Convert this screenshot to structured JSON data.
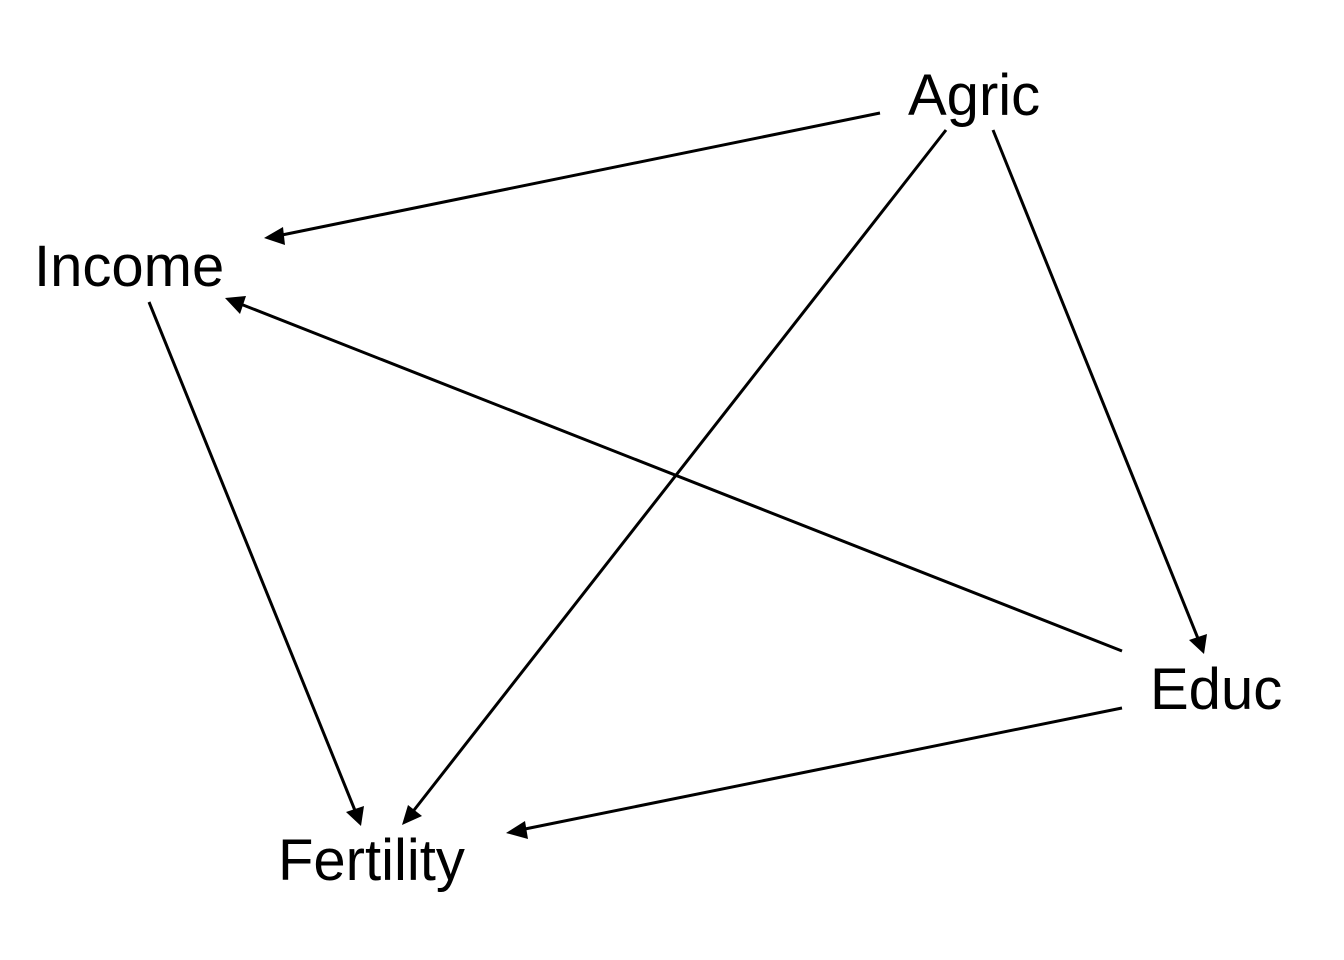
{
  "nodes": [
    {
      "id": "agric",
      "label": "Agric"
    },
    {
      "id": "income",
      "label": "Income"
    },
    {
      "id": "educ",
      "label": "Educ"
    },
    {
      "id": "fertility",
      "label": "Fertility"
    }
  ],
  "edges": [
    {
      "from": "agric",
      "to": "income"
    },
    {
      "from": "agric",
      "to": "fertility"
    },
    {
      "from": "agric",
      "to": "educ"
    },
    {
      "from": "educ",
      "to": "income"
    },
    {
      "from": "income",
      "to": "fertility"
    },
    {
      "from": "educ",
      "to": "fertility"
    }
  ],
  "colors": {
    "stroke": "#000000",
    "text": "#000000",
    "background": "#ffffff"
  }
}
